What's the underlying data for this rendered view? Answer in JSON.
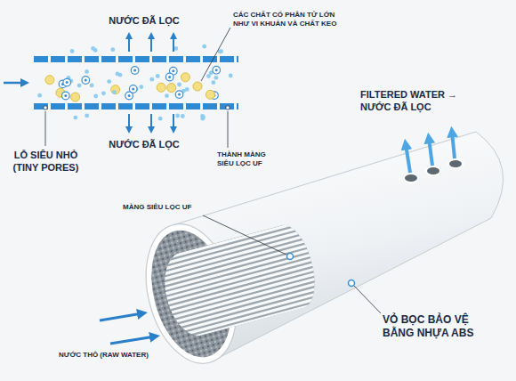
{
  "diagram": {
    "labels": [
      "NƯỚC ĐÃ LỌC",
      "CÁC CHẤT CÓ PHÂN TỬ LỚN NHƯ VI KHUẨN VÀ CHẤT KEO",
      "LỖ SIÊU NHỎ (TINY PORES)",
      "NƯỚC ĐÃ LỌC",
      "THÀNH MÀNG SIÊU LỌC UF",
      "FILTERED WATER → NƯỚC ĐÃ LỌC",
      "MÀNG SIÊU LỌC UF",
      "VỎ BỌC BẢO VỆ BẰNG NHỰA ABS",
      "NƯỚC THÔ (RAW WATER)"
    ]
  }
}
